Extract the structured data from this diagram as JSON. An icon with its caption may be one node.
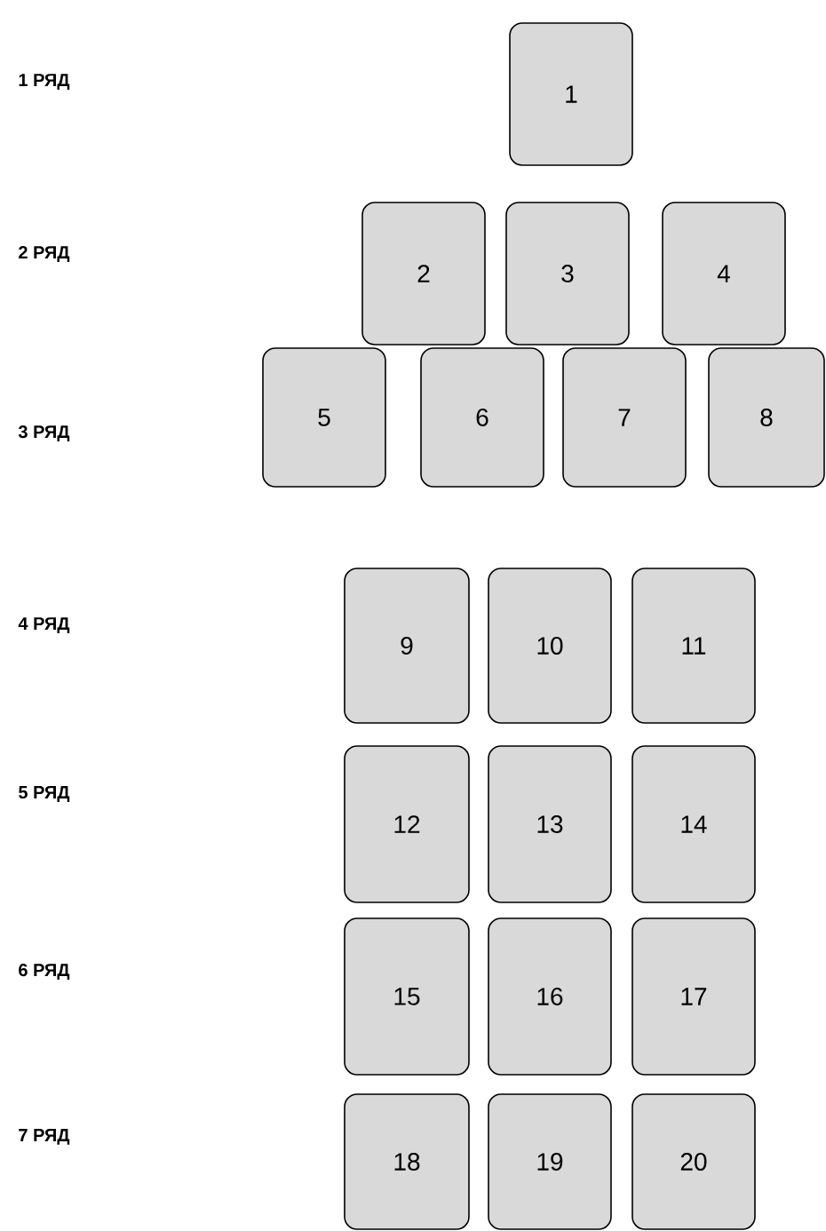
{
  "diagram": {
    "nodes": [
      {
        "text": [
          "1"
        ]
      },
      {
        "text": [
          "2"
        ]
      },
      {
        "text": [
          "3"
        ]
      },
      {
        "text": [
          "4"
        ]
      },
      {
        "text": [
          "5"
        ]
      },
      {
        "text": [
          "6"
        ]
      },
      {
        "text": [
          "7"
        ]
      },
      {
        "text": [
          "8"
        ]
      },
      {
        "text": [
          "9"
        ]
      },
      {
        "text": [
          "10"
        ]
      },
      {
        "text": [
          "11"
        ]
      },
      {
        "text": [
          "12"
        ]
      },
      {
        "text": [
          "13"
        ]
      },
      {
        "text": [
          "14"
        ]
      },
      {
        "text": [
          "15"
        ]
      },
      {
        "text": [
          "16"
        ]
      },
      {
        "text": [
          "17"
        ]
      },
      {
        "text": [
          "18"
        ]
      },
      {
        "text": [
          "19"
        ]
      },
      {
        "text": [
          "20"
        ]
      }
    ],
    "labels": [
      "1 РЯД",
      "2  РЯД",
      "3  РЯД",
      "4 РЯД",
      "5  РЯД",
      "6  РЯД",
      "7  РЯД"
    ]
  }
}
